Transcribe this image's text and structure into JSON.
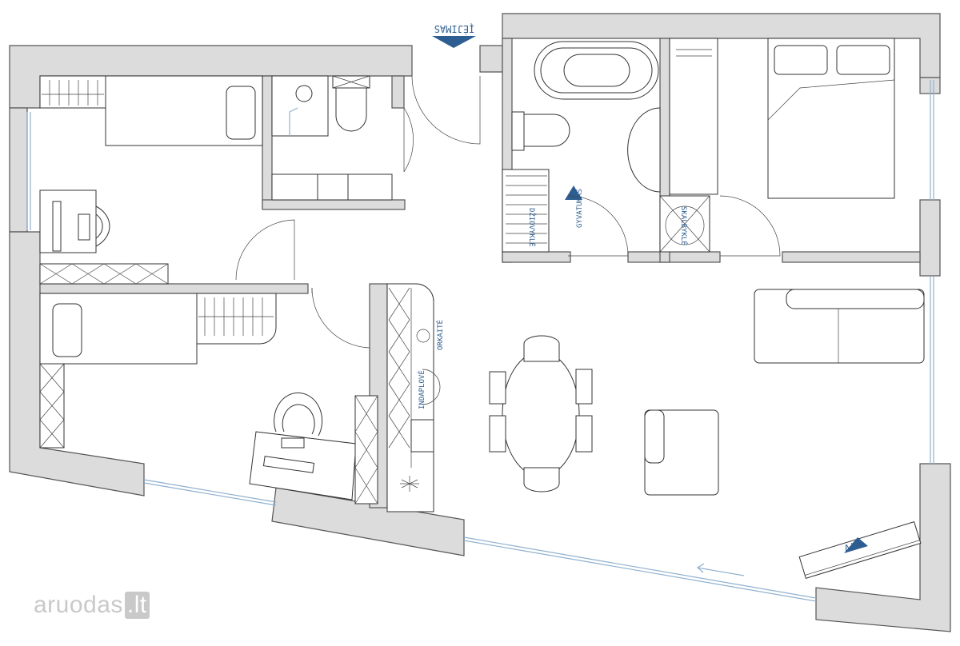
{
  "labels": {
    "entrance": "ĮĖJIMAS",
    "riser": "GYVATUKAS",
    "dryer": "DŽIOVYKLĖ",
    "wardrobe": "SKALBYKLĖ",
    "oven": "ORKAITĖ",
    "dishwasher": "INDAPLOVĖ",
    "tv": "TV"
  },
  "logo": {
    "main": "aruodas",
    "tld": ".lt"
  },
  "colors": {
    "wall": "#dcdcdc",
    "annotation": "#2e5e91",
    "window": "#8fb0cf"
  }
}
